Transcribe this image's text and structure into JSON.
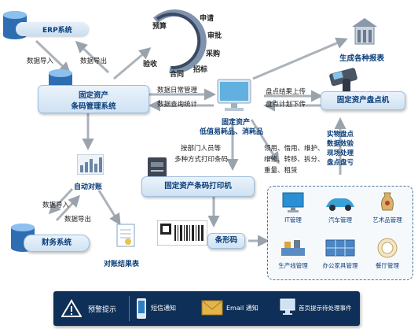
{
  "erp": {
    "label": "ERP系统"
  },
  "arrows": {
    "data_import": "数据导入",
    "data_export": "数据导出",
    "daily_mgmt": "数据日常管理",
    "query_stats": "数据查询统计",
    "upload": "盘点结果上传",
    "plan_down": "盘点计划下传",
    "print_by": "按部门人员等",
    "print_ways": "多种方式打印条码",
    "fin_import": "数据导入",
    "fin_export": "数据导出"
  },
  "lifecycle": {
    "stages": [
      "预算",
      "申请",
      "审批",
      "采购",
      "招标",
      "合同",
      "验收"
    ]
  },
  "reports": {
    "label": "生成各种报表"
  },
  "barcode_system": {
    "line1": "固定资产",
    "line2": "条码管理系统"
  },
  "center": {
    "line1": "固定资产",
    "line2": "低值易耗品、消耗品"
  },
  "operations": {
    "line1": "领用、借用、维护、",
    "line2": "维修、转移、拆分、",
    "line3": "重量、租赁"
  },
  "inventory_device": {
    "label": "固定资产盘点机"
  },
  "inventory_actions": [
    "实物盘点",
    "数据效验",
    "现场处理",
    "盘点盘亏"
  ],
  "auto_recon": {
    "label": "自动对账"
  },
  "printer": {
    "label": "固定资产条码打印机"
  },
  "finance": {
    "label": "财务系统"
  },
  "recon_report": {
    "label": "对账结果表"
  },
  "barcode": {
    "label": "条形码"
  },
  "categories": [
    {
      "label": "IT管理",
      "icon": "monitor-icon"
    },
    {
      "label": "汽车管理",
      "icon": "car-icon"
    },
    {
      "label": "艺术品管理",
      "icon": "vase-icon"
    },
    {
      "label": "生产线管理",
      "icon": "production-line-icon"
    },
    {
      "label": "办公家具管理",
      "icon": "office-furniture-icon"
    },
    {
      "label": "餐厅管理",
      "icon": "dining-icon"
    }
  ],
  "alerts": {
    "title": "预警提示",
    "sms": "短信通知",
    "email": "Email 通知",
    "homepage": "首页提示待处理事件"
  },
  "colors": {
    "accent": "#0a3d7a",
    "arrow": "#9aa3ac",
    "legend_bg": "#0e2f57"
  }
}
